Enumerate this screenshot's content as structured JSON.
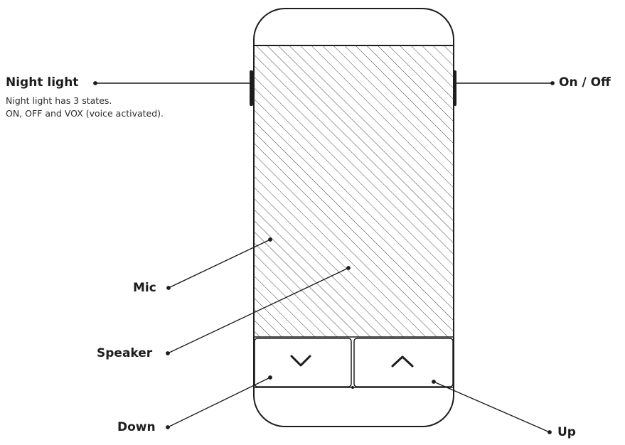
{
  "labels": {
    "night_light": "Night light",
    "night_light_desc_1": "Night light has 3 states.",
    "night_light_desc_2": "ON, OFF and VOX (voice activated).",
    "on_off": "On / Off",
    "mic": "Mic",
    "speaker": "Speaker",
    "down": "Down",
    "up": "Up"
  },
  "icons": {
    "down": "chevron-down-icon",
    "up": "chevron-up-icon"
  },
  "colors": {
    "line": "#1d1d1d",
    "hatch": "#444444",
    "background": "#ffffff"
  }
}
